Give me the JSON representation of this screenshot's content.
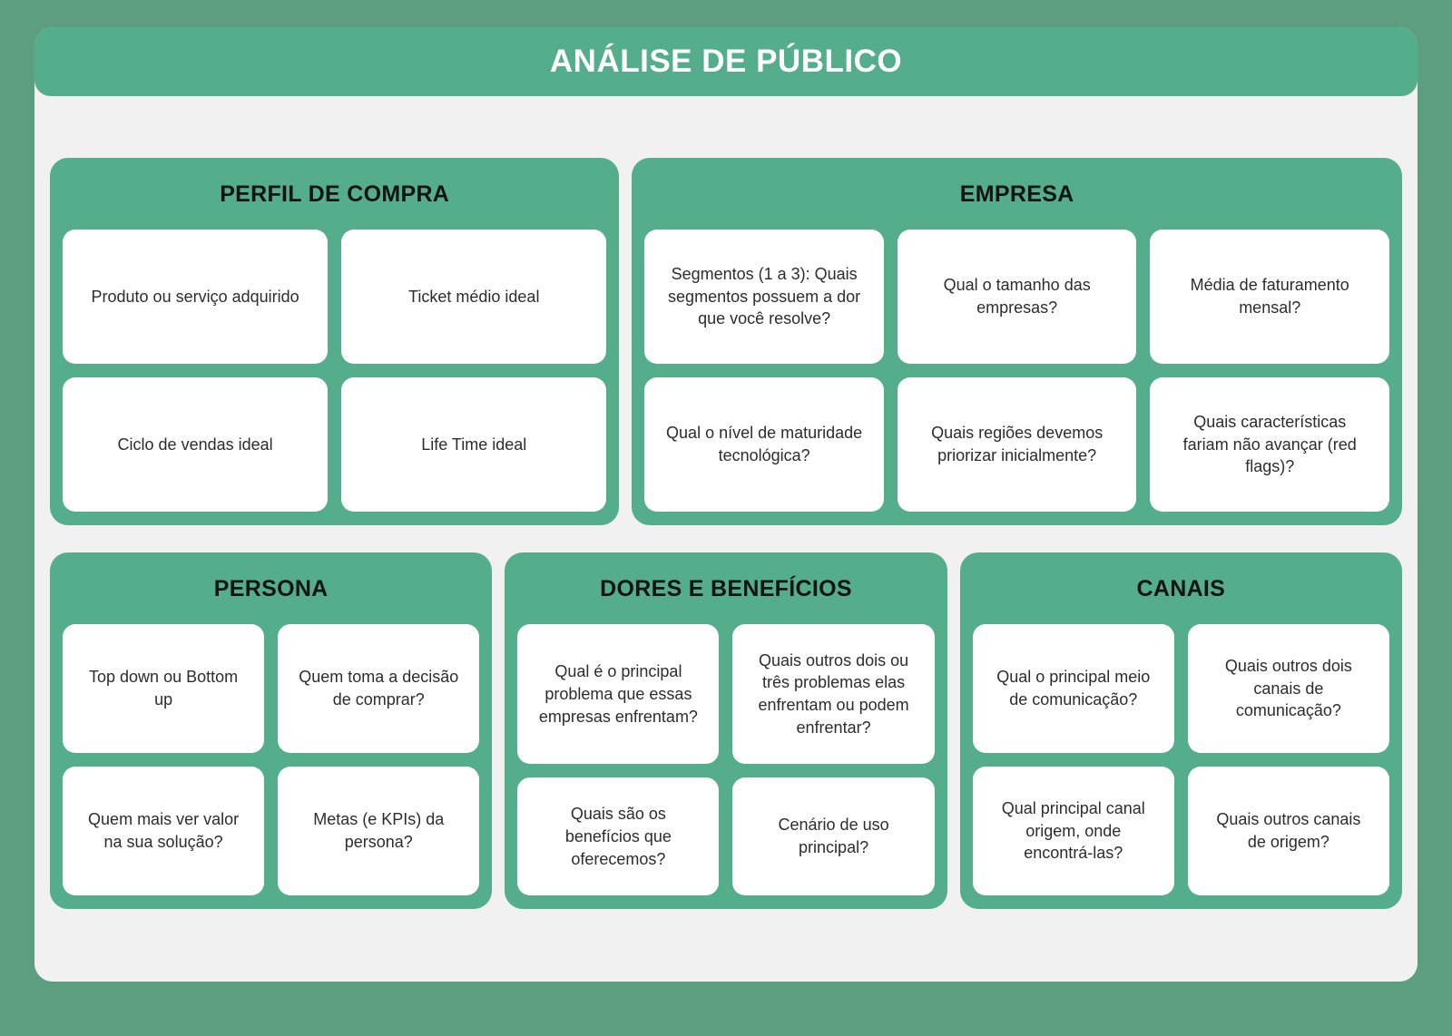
{
  "board": {
    "title": "ANÁLISE DE PÚBLICO"
  },
  "colors": {
    "outer_bg": "#5E9E80",
    "panel_green": "#54AE8B",
    "surface": "#F1F1F1",
    "card_bg": "#FFFFFF",
    "header_text": "#FFFFFF",
    "panel_title_text": "#141414",
    "card_text": "#2D2D2D"
  },
  "panels": [
    {
      "title": "PERFIL DE COMPRA",
      "cards": [
        "Produto ou serviço adquirido",
        "Ticket médio ideal",
        "Ciclo de vendas ideal",
        "Life Time ideal"
      ]
    },
    {
      "title": "EMPRESA",
      "cards": [
        "Segmentos (1 a 3): Quais segmentos possuem a dor que você resolve?",
        "Qual o tamanho das empresas?",
        "Média de faturamento mensal?",
        "Qual o nível de maturidade tecnológica?",
        "Quais regiões devemos priorizar inicialmente?",
        "Quais características fariam não avançar (red flags)?"
      ]
    },
    {
      "title": "PERSONA",
      "cards": [
        "Top down ou Bottom up",
        "Quem toma a decisão de comprar?",
        "Quem mais ver valor na sua solução?",
        "Metas (e KPIs) da persona?"
      ]
    },
    {
      "title": "DORES E BENEFÍCIOS",
      "cards": [
        "Qual é o principal problema que essas empresas enfrentam?",
        "Quais outros dois ou três problemas elas enfrentam ou podem enfrentar?",
        "Quais são os benefícios que oferecemos?",
        "Cenário de uso principal?"
      ]
    },
    {
      "title": "CANAIS",
      "cards": [
        "Qual o principal meio de comunicação?",
        "Quais outros dois canais de comunicação?",
        "Qual principal canal origem, onde encontrá-las?",
        "Quais outros canais de origem?"
      ]
    }
  ]
}
